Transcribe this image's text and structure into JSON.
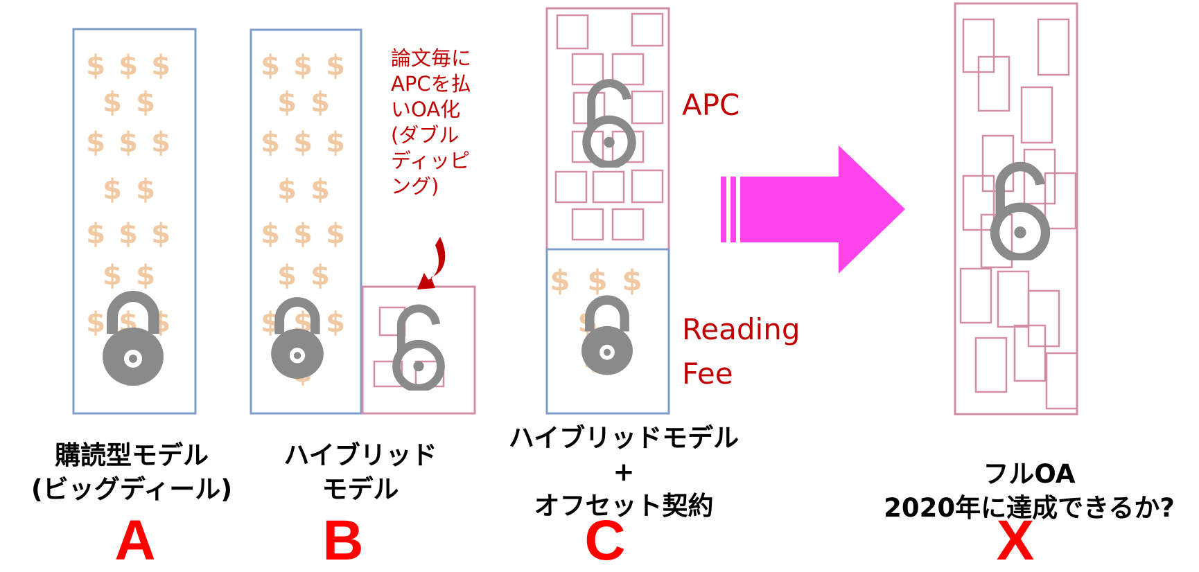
{
  "colors": {
    "box_blue": "#7f9cc6",
    "box_pink": "#d18ca6",
    "dollar": "#f0c9a2",
    "lock": "#8a8a8a",
    "red_text": "#c00000",
    "letter_red": "#ff0000",
    "arrow": "#ff44ee"
  },
  "icons": {
    "closed_lock": "closed-lock-icon",
    "open_lock": "open-access-lock-icon",
    "dollar": "dollar-sign-icon",
    "arrow": "right-arrow-icon",
    "curved_arrow": "curved-down-arrow-icon"
  },
  "model_a": {
    "caption_line1": "購読型モデル",
    "caption_line2": "(ビッグディール)",
    "letter": "A"
  },
  "model_b": {
    "caption_line1": "ハイブリッド",
    "caption_line2": "モデル",
    "letter": "B",
    "note_lines": [
      "論文毎に",
      "APCを払",
      "いOA化",
      "(ダブル",
      "ディッピ",
      "ング)"
    ]
  },
  "model_c": {
    "caption_line1": "ハイブリッドモデル",
    "caption_line2": "+",
    "caption_line3": "オフセット契約",
    "letter": "C",
    "apc_label": "APC",
    "reading_line1": "Reading",
    "reading_line2": "Fee"
  },
  "model_x": {
    "caption_line1": "フルOA",
    "caption_line2": "2020年に達成できるか?",
    "letter": "X"
  },
  "dollar_symbol": "$"
}
